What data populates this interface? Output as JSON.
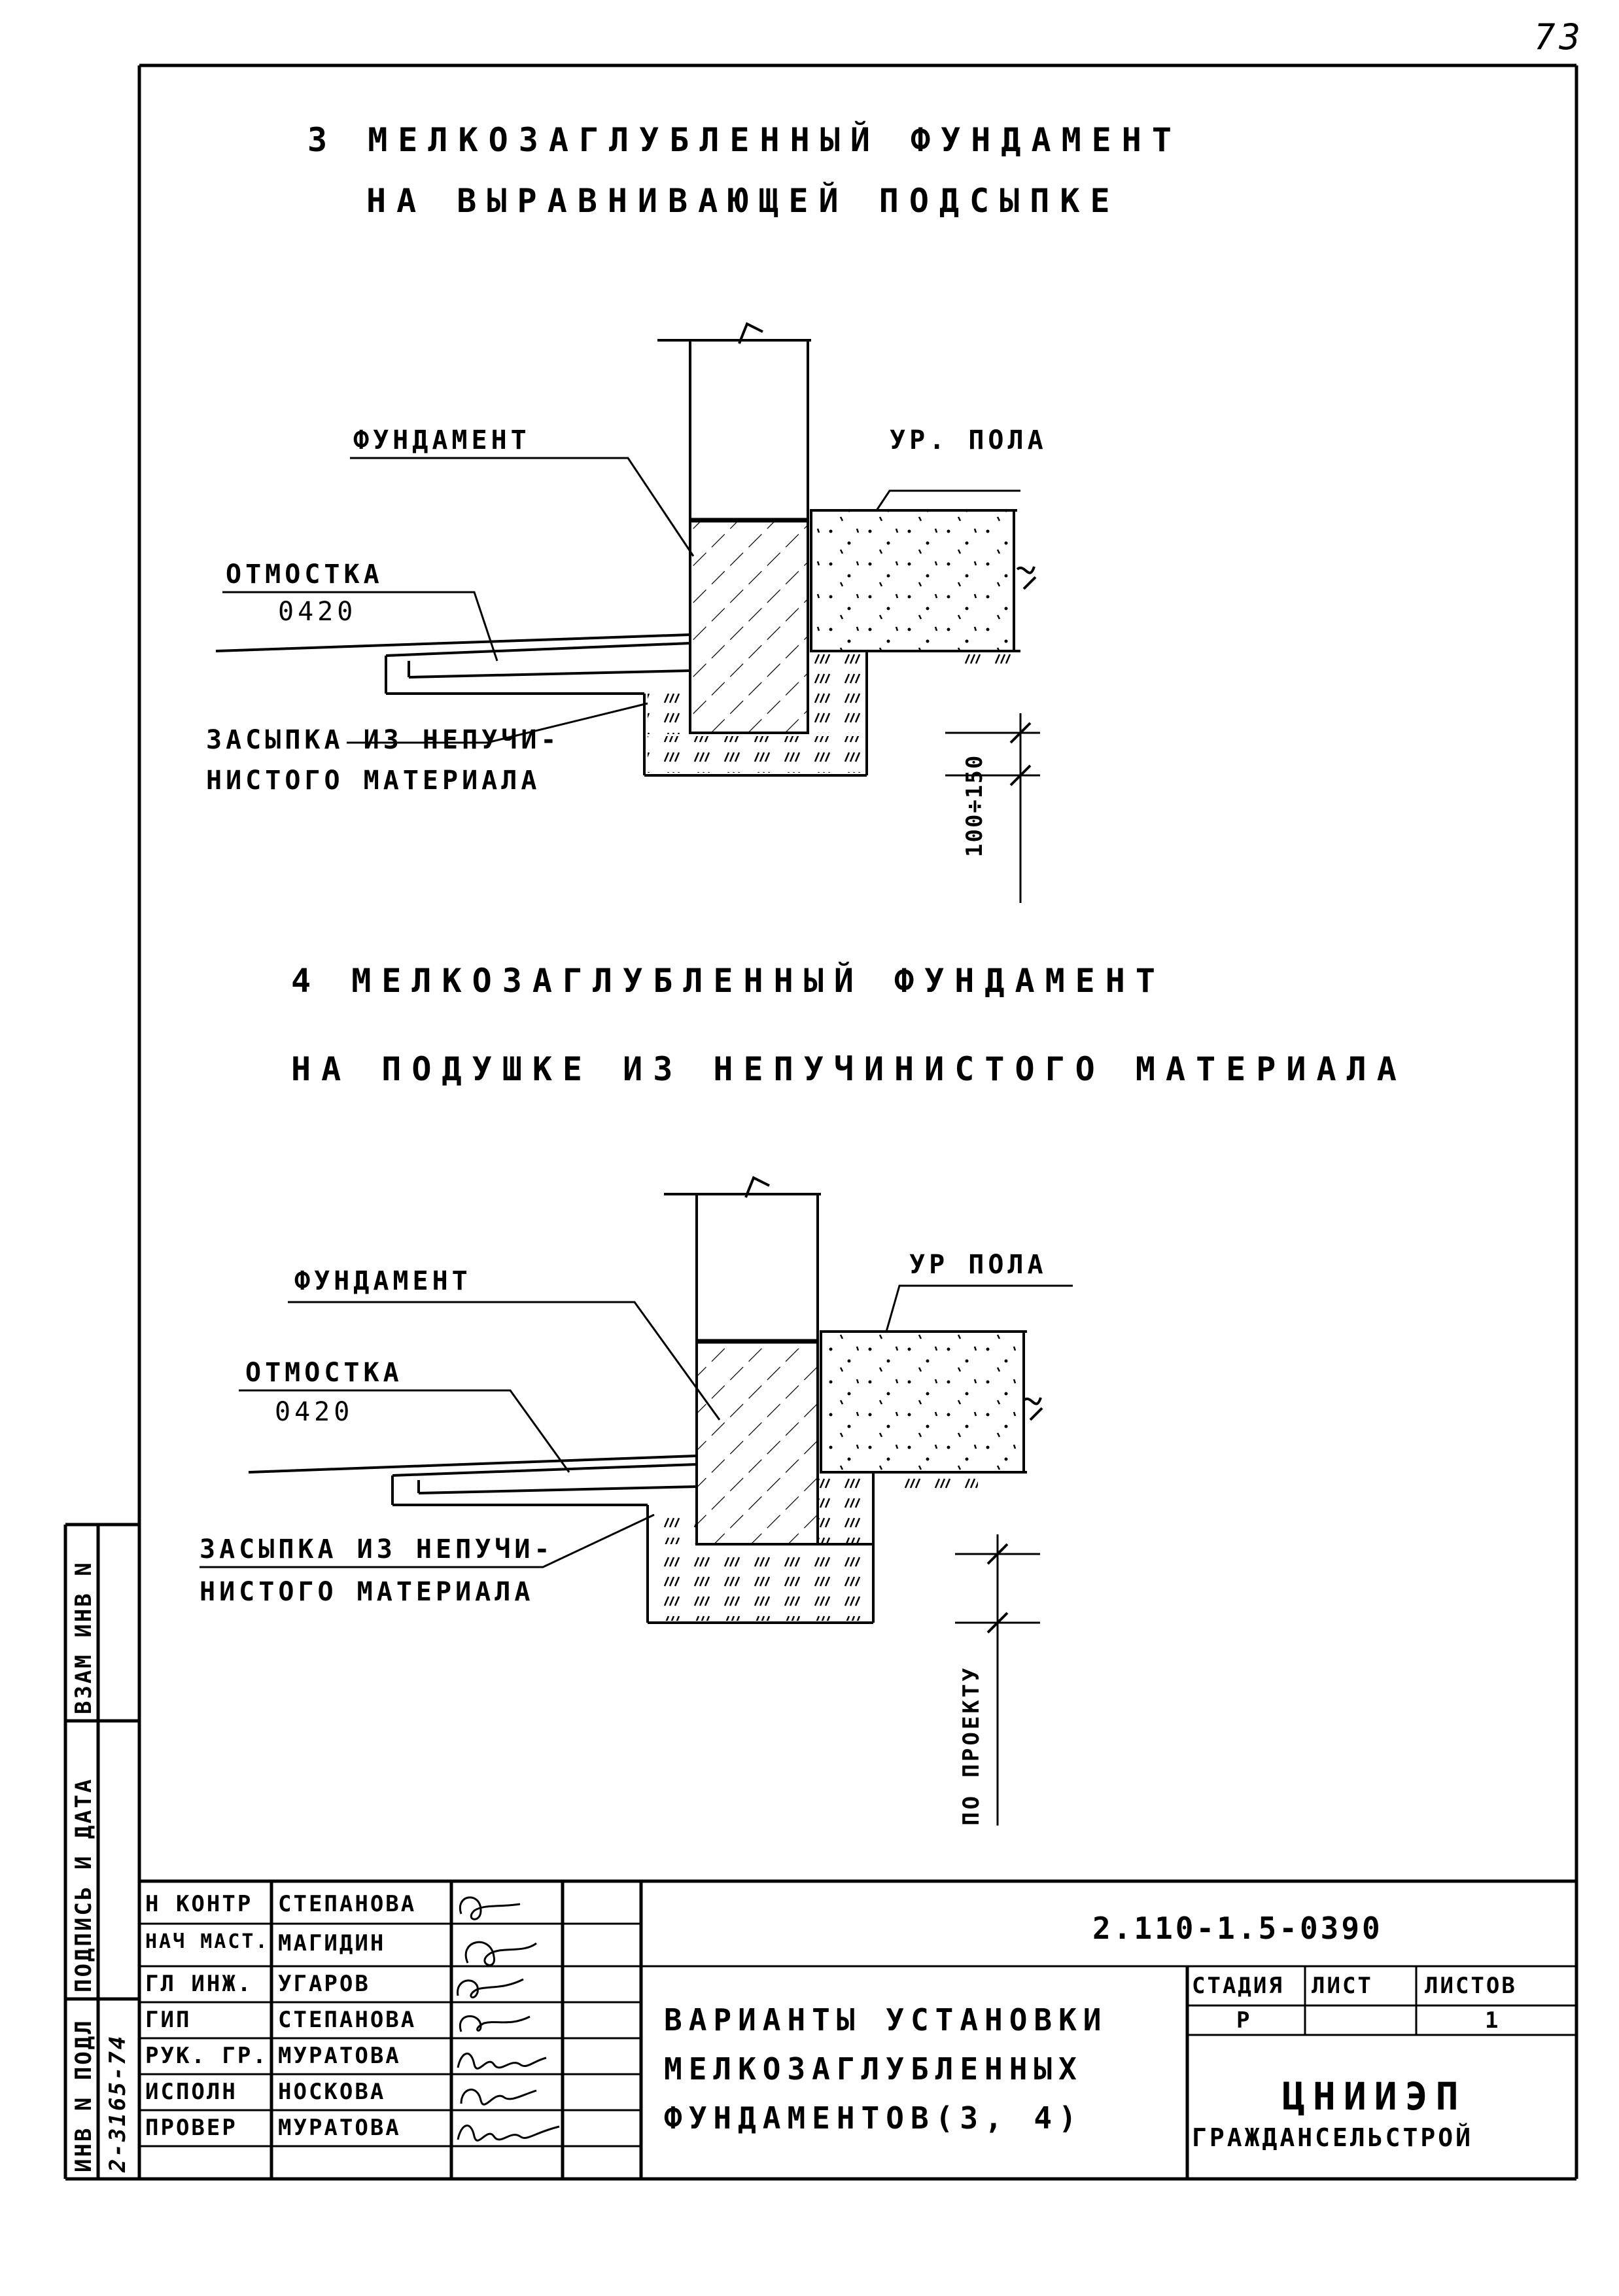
{
  "page_number": "73",
  "section3": {
    "title_line1": "3  МЕЛКОЗАГЛУБЛЕННЫЙ  ФУНДАМЕНТ",
    "title_line2": "НА ВЫРАВНИВАЮЩЕЙ ПОДСЫПКЕ",
    "label_foundation": "ФУНДАМЕНТ",
    "label_floor_level": "УР. ПОЛА",
    "label_blind_area": "ОТМОСТКА",
    "label_blind_area_code": "0420",
    "label_backfill_line1": "ЗАСЫПКА ИЗ НЕПУЧИ-",
    "label_backfill_line2": "НИСТОГО МАТЕРИАЛА",
    "dimension": "100÷150"
  },
  "section4": {
    "title_line1": "4  МЕЛКОЗАГЛУБЛЕННЫЙ  ФУНДАМЕНТ",
    "title_line2": "НА ПОДУШКЕ  ИЗ  НЕПУЧИНИСТОГО  МАТЕРИАЛА",
    "label_foundation": "ФУНДАМЕНТ",
    "label_floor_level": "УР ПОЛА",
    "label_blind_area": "ОТМОСТКА",
    "label_blind_area_code": "0420",
    "label_backfill_line1": "ЗАСЫПКА ИЗ НЕПУЧИ-",
    "label_backfill_line2": "НИСТОГО МАТЕРИАЛА",
    "dimension": "ПО ПРОЕКТУ"
  },
  "side_stamp": {
    "inv_no_orig": "ИНВ N ПОДЛ",
    "orig_number": "2-3165-74",
    "sign_date": "ПОДПИСЬ И ДАТА",
    "replace_inv": "ВЗАМ ИНВ N"
  },
  "title_block": {
    "document_code": "2.110-1.5-0390",
    "drawing_title_line1": "ВАРИАНТЫ  УСТАНОВКИ",
    "drawing_title_line2": "МЕЛКОЗАГЛУБЛЕННЫХ",
    "drawing_title_line3": "ФУНДАМЕНТОВ(3, 4)",
    "stage_header": "СТАДИЯ",
    "sheet_header": "ЛИСТ",
    "sheets_header": "ЛИСТОВ",
    "stage_value": "Р",
    "sheet_value": "",
    "sheets_value": "1",
    "organization_line1": "ЦНИИЭП",
    "organization_line2": "ГРАЖДАНСЕЛЬСТРОЙ",
    "staff": [
      {
        "role": "Н КОНТР",
        "name": "СТЕПАНОВА"
      },
      {
        "role": "НАЧ МАСТ.",
        "name": "МАГИДИН"
      },
      {
        "role": "ГЛ ИНЖ.",
        "name": "УГАРОВ"
      },
      {
        "role": "ГИП",
        "name": "СТЕПАНОВА"
      },
      {
        "role": "РУК. ГР.",
        "name": "МУРАТОВА"
      },
      {
        "role": "ИСПОЛН",
        "name": "НОСКОВА"
      },
      {
        "role": "ПРОВЕР",
        "name": "МУРАТОВА"
      }
    ]
  }
}
